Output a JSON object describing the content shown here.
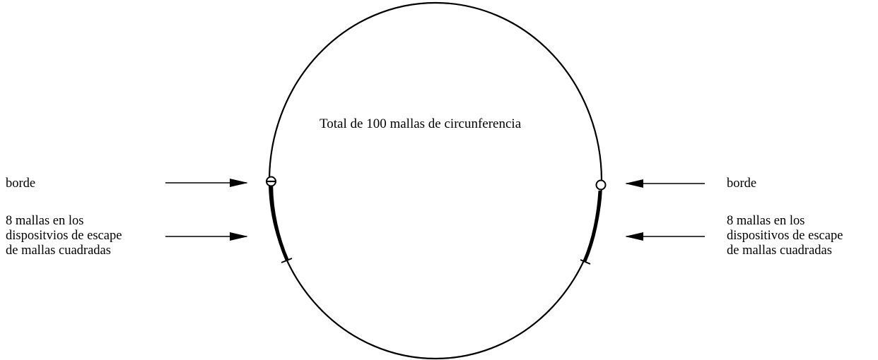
{
  "diagram": {
    "circle_label": "Total de 100 mallas de circunferencia",
    "left": {
      "edge_label": "borde",
      "mesh_lines": [
        "8 mallas en los",
        "dispositvios de escape",
        "de mallas cuadradas"
      ]
    },
    "right": {
      "edge_label": "borde",
      "mesh_lines": [
        "8 mallas en los",
        "dispositivos de escape",
        "de mallas cuadradas"
      ]
    },
    "stroke_color": "#000000",
    "background_color": "#ffffff"
  }
}
